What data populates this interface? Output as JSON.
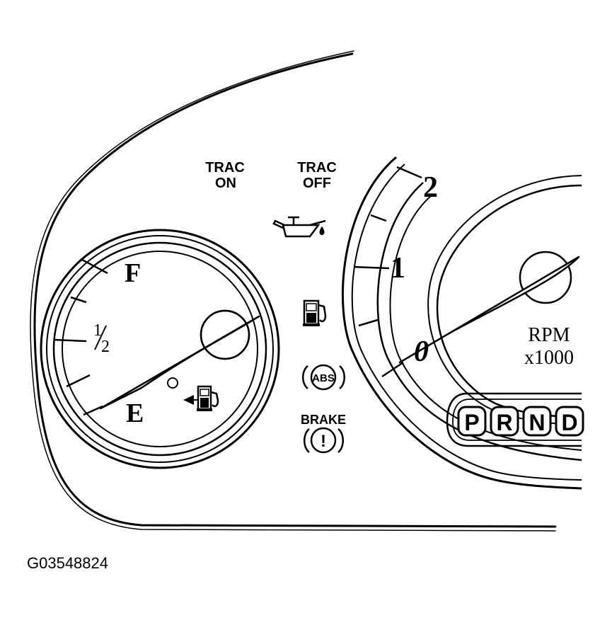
{
  "fuel_gauge": {
    "full_label": "F",
    "half_label": "1/2",
    "empty_label": "E",
    "needle_level": 0.0
  },
  "indicators": {
    "trac_on": {
      "line1": "TRAC",
      "line2": "ON"
    },
    "trac_off": {
      "line1": "TRAC",
      "line2": "OFF"
    },
    "oil_icon": "oil-can-icon",
    "fuel_icon": "fuel-pump-icon",
    "abs_label": "ABS",
    "brake_label": "BRAKE",
    "brake_symbol": "!"
  },
  "tachometer": {
    "tick_labels": [
      "0",
      "1",
      "2"
    ],
    "unit_line1": "RPM",
    "unit_line2": "x1000",
    "needle_value": 0.0
  },
  "gear_selector": {
    "gears": [
      "P",
      "R",
      "N",
      "D"
    ]
  },
  "figure_id": "G03548824"
}
